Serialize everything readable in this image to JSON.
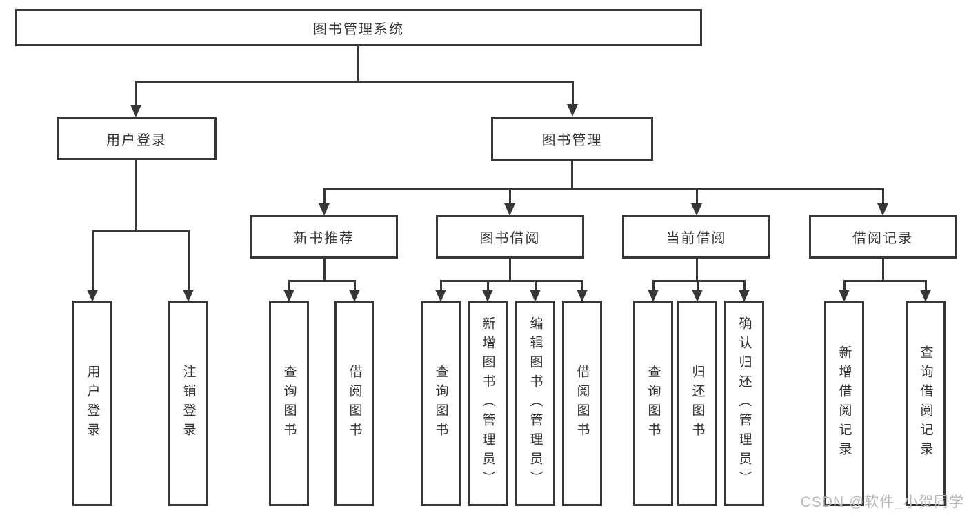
{
  "diagram": {
    "root": {
      "label": "图书管理系统"
    },
    "level2": {
      "user_login": {
        "label": "用户登录"
      },
      "book_management": {
        "label": "图书管理"
      }
    },
    "level3": {
      "new_book_recommend": {
        "label": "新书推荐"
      },
      "book_borrowing": {
        "label": "图书借阅"
      },
      "current_borrowing": {
        "label": "当前借阅"
      },
      "borrowing_records": {
        "label": "借阅记录"
      }
    },
    "leaves": {
      "user_login_leaf": {
        "label": "用户登录"
      },
      "logout_leaf": {
        "label": "注销登录"
      },
      "query_books_recommend": {
        "label": "查询图书"
      },
      "borrow_books_recommend": {
        "label": "借阅图书"
      },
      "query_books_borrowing": {
        "label": "查询图书"
      },
      "add_books_admin": {
        "label": "新增图书（管理员）"
      },
      "edit_books_admin": {
        "label": "编辑图书（管理员）"
      },
      "borrow_books_borrowing": {
        "label": "借阅图书"
      },
      "query_books_current": {
        "label": "查询图书"
      },
      "return_books": {
        "label": "归还图书"
      },
      "confirm_return_admin": {
        "label": "确认归还（管理员）"
      },
      "add_borrow_record": {
        "label": "新增借阅记录"
      },
      "query_borrow_record": {
        "label": "查询借阅记录"
      }
    },
    "watermark": "CSDN @软件_小贺同学",
    "colors": {
      "line": "#363636",
      "text": "#333333",
      "watermark": "#b9b9b9",
      "background": "#ffffff"
    }
  }
}
